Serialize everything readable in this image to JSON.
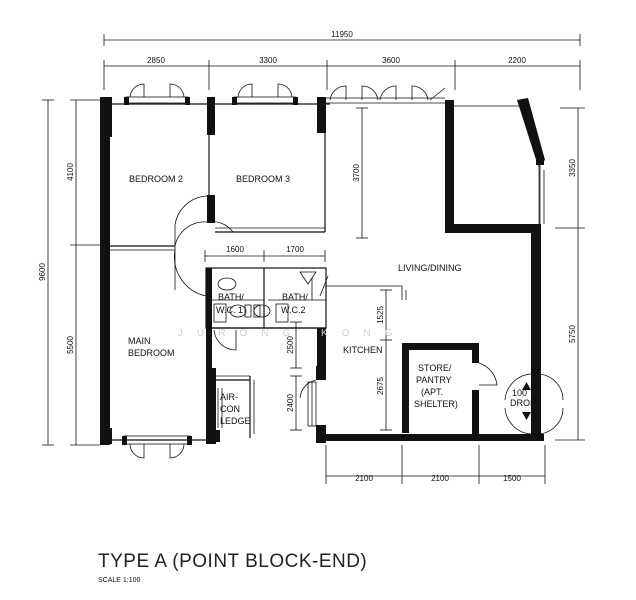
{
  "dimensions": {
    "total_width": "11950",
    "top_segments": [
      "2850",
      "3300",
      "3600",
      "2200"
    ],
    "left_total": "9600",
    "left_segments": [
      "4100",
      "5500"
    ],
    "right_segments": [
      "3350",
      "5750"
    ],
    "bath_widths": [
      "1600",
      "1700"
    ],
    "bottom_segments": [
      "2100",
      "2100",
      "1500"
    ],
    "bedroom3_height": "3700",
    "kitchen_upper": "1525",
    "kitchen_lower": "2675",
    "bath_height": "2500",
    "aircon_height": "2400"
  },
  "rooms": {
    "bedroom2": "BEDROOM 2",
    "bedroom3": "BEDROOM 3",
    "living_dining": "LIVING/DINING",
    "bath1_line1": "BATH/",
    "bath1_line2": "W.C. 1",
    "bath2_line1": "BATH/",
    "bath2_line2": "W.C.2",
    "main_bedroom_line1": "MAIN",
    "main_bedroom_line2": "BEDROOM",
    "kitchen": "KITCHEN",
    "aircon_line1": "AIR-",
    "aircon_line2": "CON",
    "aircon_line3": "LEDGE",
    "store_line1": "STORE/",
    "store_line2": "PANTRY",
    "store_line3": "(APT.",
    "store_line4": "SHELTER)",
    "drop_line1": "100",
    "drop_line2": "DROP"
  },
  "watermark": "JURONG KONG",
  "title": "TYPE A (POINT BLOCK-END)",
  "scale": "SCALE   1:100"
}
